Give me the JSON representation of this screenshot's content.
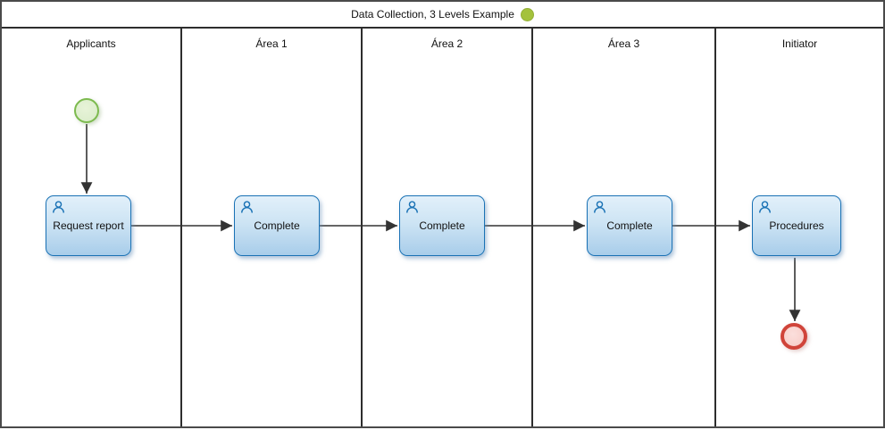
{
  "title": {
    "text": "Data Collection, 3 Levels Example",
    "status_icon": "green-circle-icon"
  },
  "lanes": [
    {
      "label": "Applicants"
    },
    {
      "label": "Área 1"
    },
    {
      "label": "Área 2"
    },
    {
      "label": "Área 3"
    },
    {
      "label": "Initiator"
    }
  ],
  "tasks": [
    {
      "label": "Request report",
      "lane": "Applicants",
      "icon": "user-icon"
    },
    {
      "label": "Complete",
      "lane": "Área 1",
      "icon": "user-icon"
    },
    {
      "label": "Complete",
      "lane": "Área 2",
      "icon": "user-icon"
    },
    {
      "label": "Complete",
      "lane": "Área 3",
      "icon": "user-icon"
    },
    {
      "label": "Procedures",
      "lane": "Initiator",
      "icon": "user-icon"
    }
  ],
  "events": {
    "start": {
      "type": "start-event",
      "lane": "Applicants"
    },
    "end": {
      "type": "end-event",
      "lane": "Initiator"
    }
  },
  "colors": {
    "pool_border": "#4a4a4a",
    "lane_divider": "#2d2d2d",
    "task_border": "#1a72b5",
    "task_fill_bottom": "#a8cdea",
    "task_text": "#111111",
    "start_border": "#7cba4e",
    "start_fill": "#ddeecd",
    "end_border": "#d0443a",
    "end_fill": "#f8d2ce",
    "status_dot": "#a4c23c",
    "connector": "#333333"
  }
}
